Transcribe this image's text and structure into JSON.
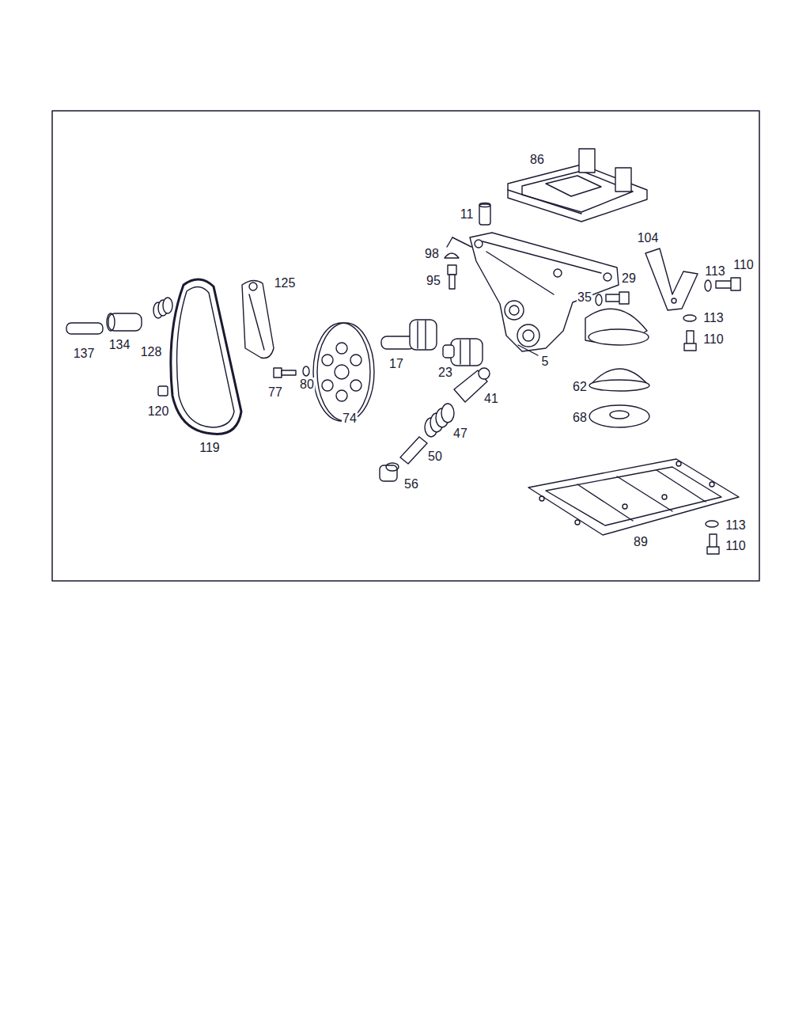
{
  "diagram": {
    "labels": [
      "86",
      "11",
      "104",
      "98",
      "113",
      "110",
      "125",
      "95",
      "29",
      "35",
      "113",
      "110",
      "137",
      "134",
      "128",
      "17",
      "23",
      "5",
      "41",
      "77",
      "80",
      "62",
      "120",
      "74",
      "68",
      "47",
      "119",
      "50",
      "56",
      "113",
      "110",
      "89"
    ]
  }
}
